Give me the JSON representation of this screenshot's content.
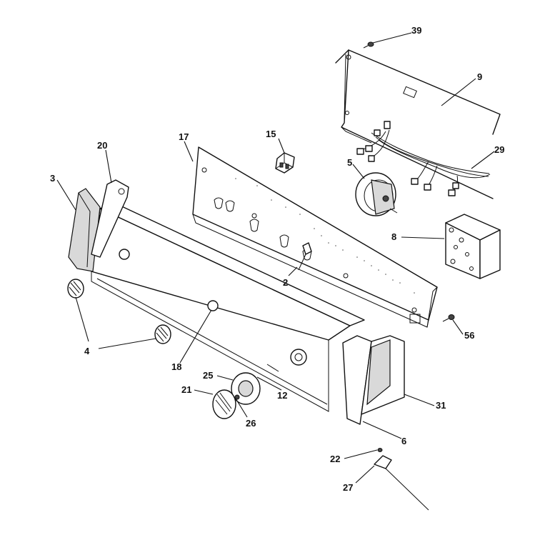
{
  "diagram": {
    "callouts": [
      {
        "id": "39",
        "label": "39"
      },
      {
        "id": "9",
        "label": "9"
      },
      {
        "id": "29",
        "label": "29"
      },
      {
        "id": "15",
        "label": "15"
      },
      {
        "id": "17",
        "label": "17"
      },
      {
        "id": "20",
        "label": "20"
      },
      {
        "id": "3",
        "label": "3"
      },
      {
        "id": "5",
        "label": "5"
      },
      {
        "id": "8",
        "label": "8"
      },
      {
        "id": "2",
        "label": "2"
      },
      {
        "id": "56",
        "label": "56"
      },
      {
        "id": "4",
        "label": "4"
      },
      {
        "id": "18",
        "label": "18"
      },
      {
        "id": "25",
        "label": "25"
      },
      {
        "id": "21",
        "label": "21"
      },
      {
        "id": "12",
        "label": "12"
      },
      {
        "id": "26",
        "label": "26"
      },
      {
        "id": "31",
        "label": "31"
      },
      {
        "id": "6",
        "label": "6"
      },
      {
        "id": "22",
        "label": "22"
      },
      {
        "id": "27",
        "label": "27"
      }
    ]
  }
}
